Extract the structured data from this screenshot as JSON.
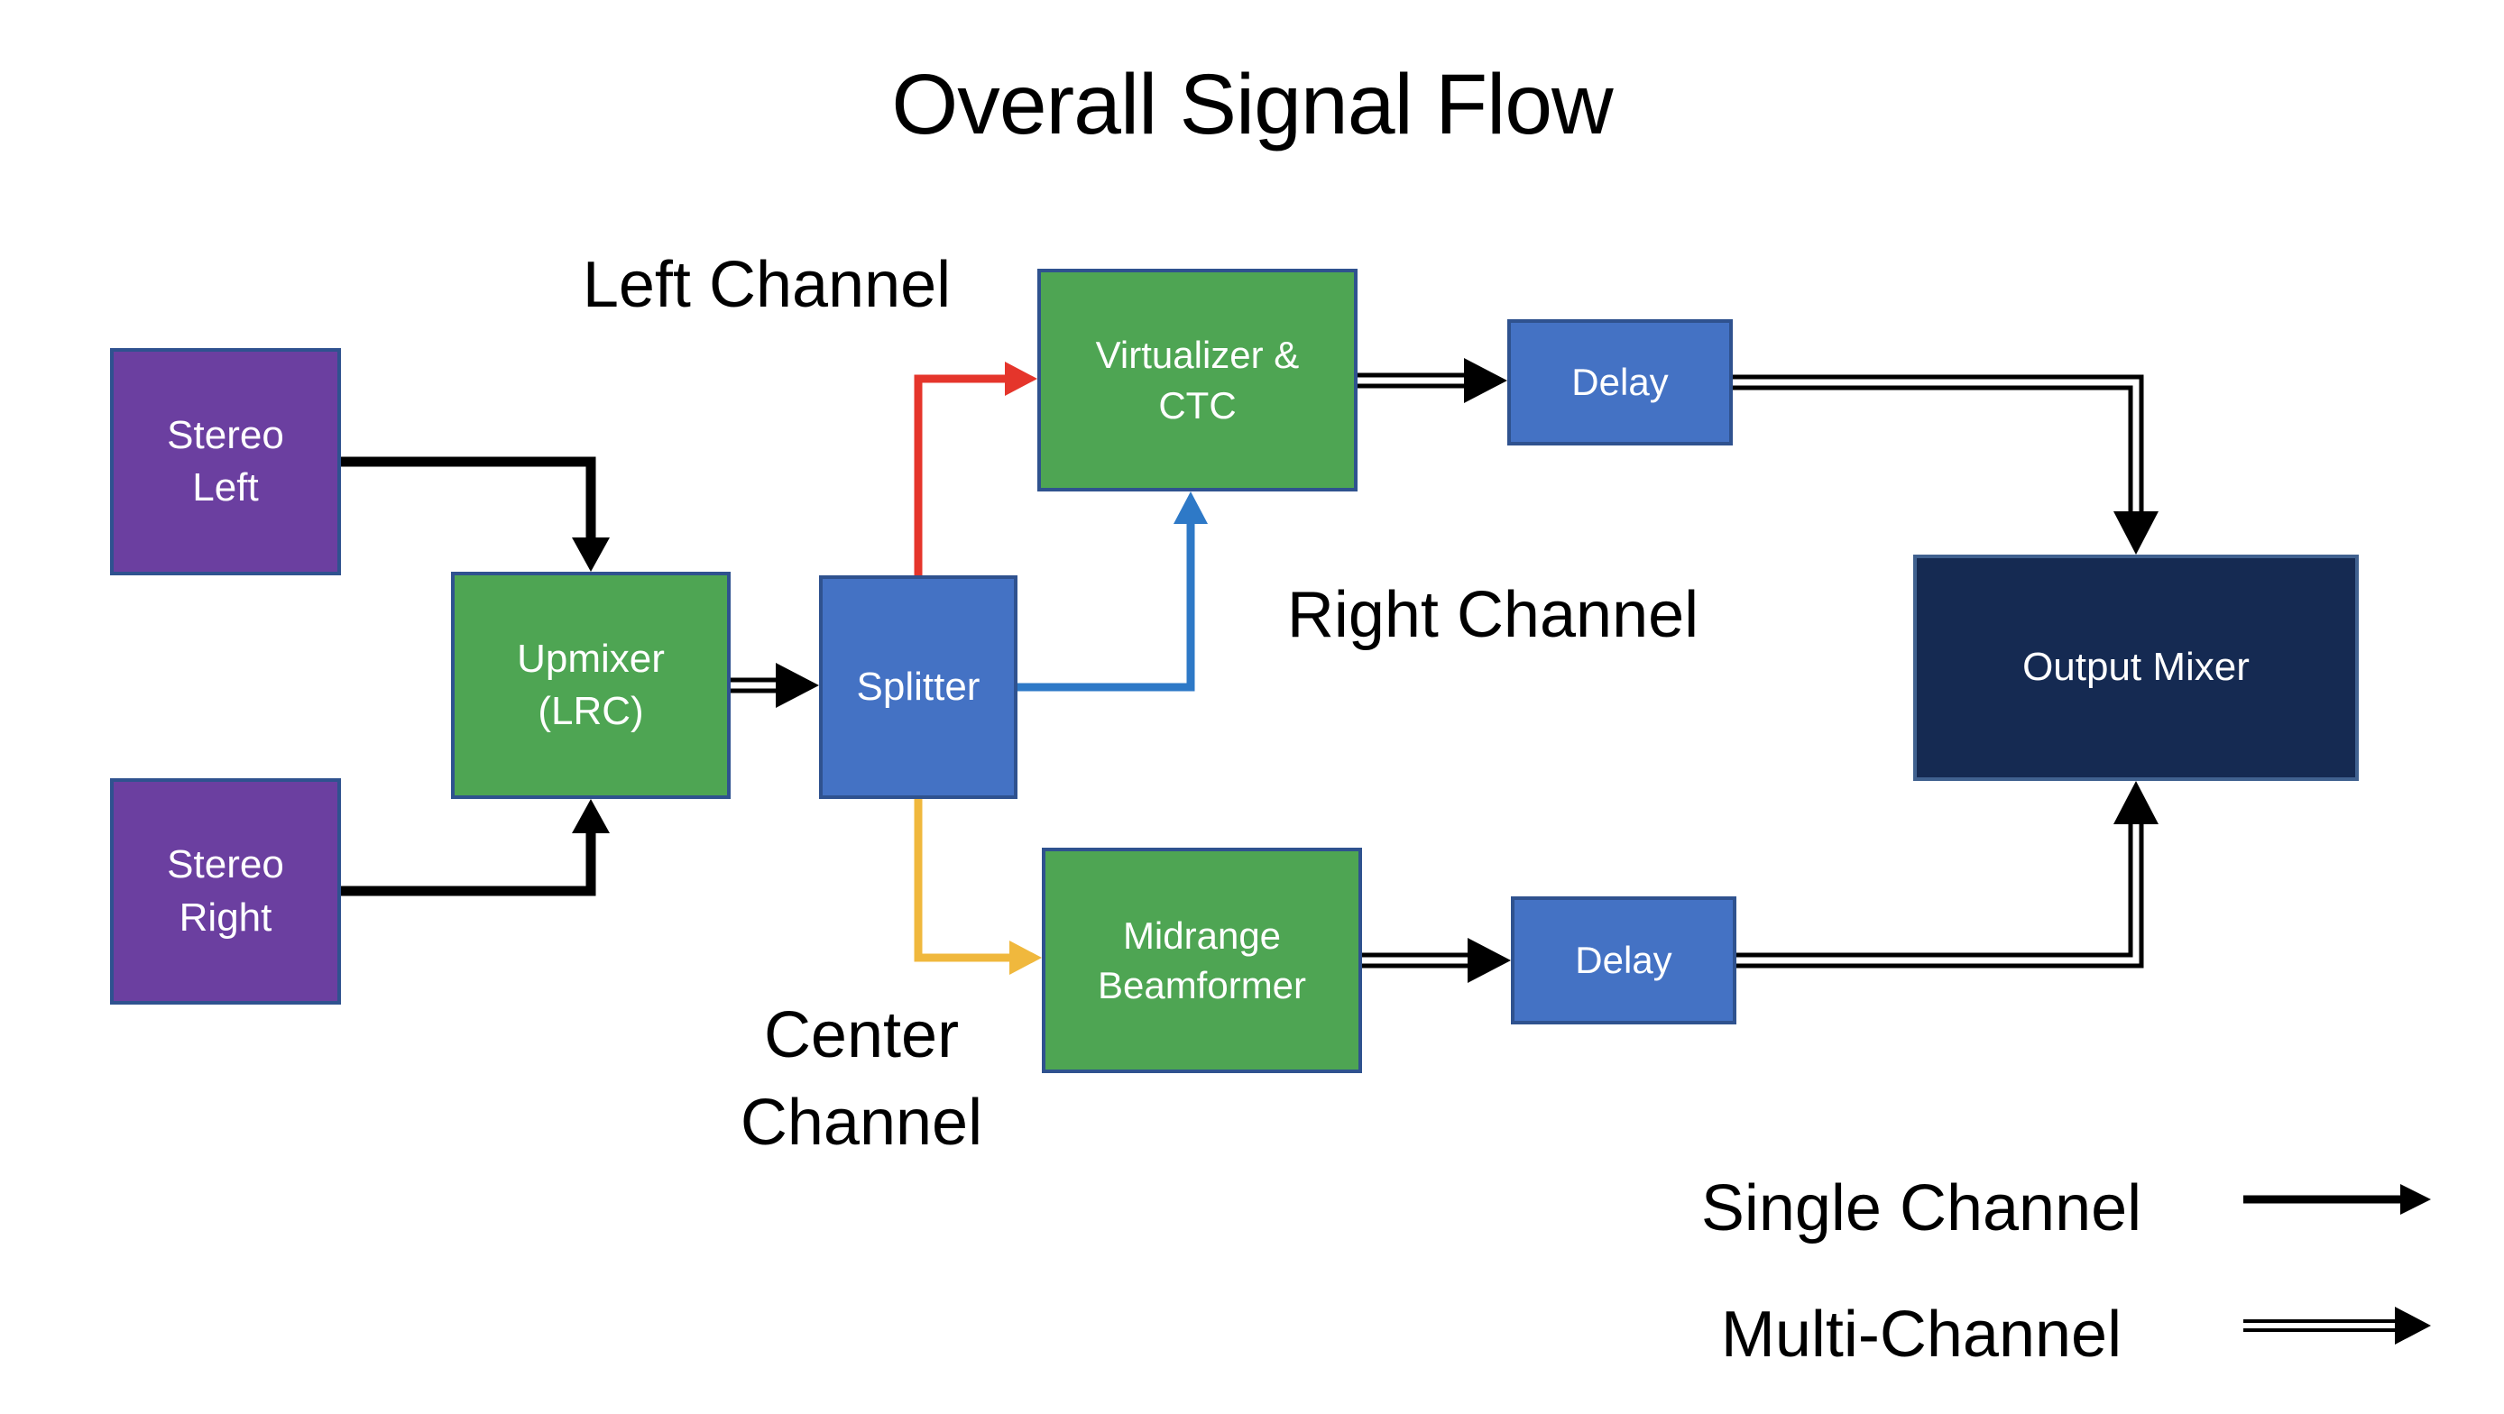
{
  "title": "Overall Signal Flow",
  "nodes": {
    "stereo_left": {
      "line1": "Stereo",
      "line2": "Left"
    },
    "stereo_right": {
      "line1": "Stereo",
      "line2": "Right"
    },
    "upmixer": {
      "line1": "Upmixer",
      "line2": "(LRC)"
    },
    "splitter": {
      "label": "Splitter"
    },
    "virtualizer_ctc": {
      "line1": "Virtualizer &",
      "line2": "CTC"
    },
    "midrange_beamformer": {
      "line1": "Midrange",
      "line2": "Beamformer"
    },
    "delay_top": {
      "label": "Delay"
    },
    "delay_bottom": {
      "label": "Delay"
    },
    "output_mixer": {
      "label": "Output Mixer"
    }
  },
  "channel_labels": {
    "left": "Left Channel",
    "right": "Right Channel",
    "center_line1": "Center",
    "center_line2": "Channel"
  },
  "legend": {
    "single_label": "Single Channel",
    "multi_label": "Multi-Channel"
  },
  "colors": {
    "background": "#FFFFFF",
    "box_purple": "#6B3FA0",
    "box_green": "#4EA553",
    "box_blue": "#4472C4",
    "box_navy": "#152A52",
    "box_border": "#2F528F",
    "navy_border": "#40618F",
    "arrow_black": "#000000",
    "arrow_red": "#E5352B",
    "arrow_blue": "#2E79C7",
    "arrow_yellow": "#F0B83D",
    "text_dark": "#000000",
    "text_light": "#FFFFFF"
  }
}
